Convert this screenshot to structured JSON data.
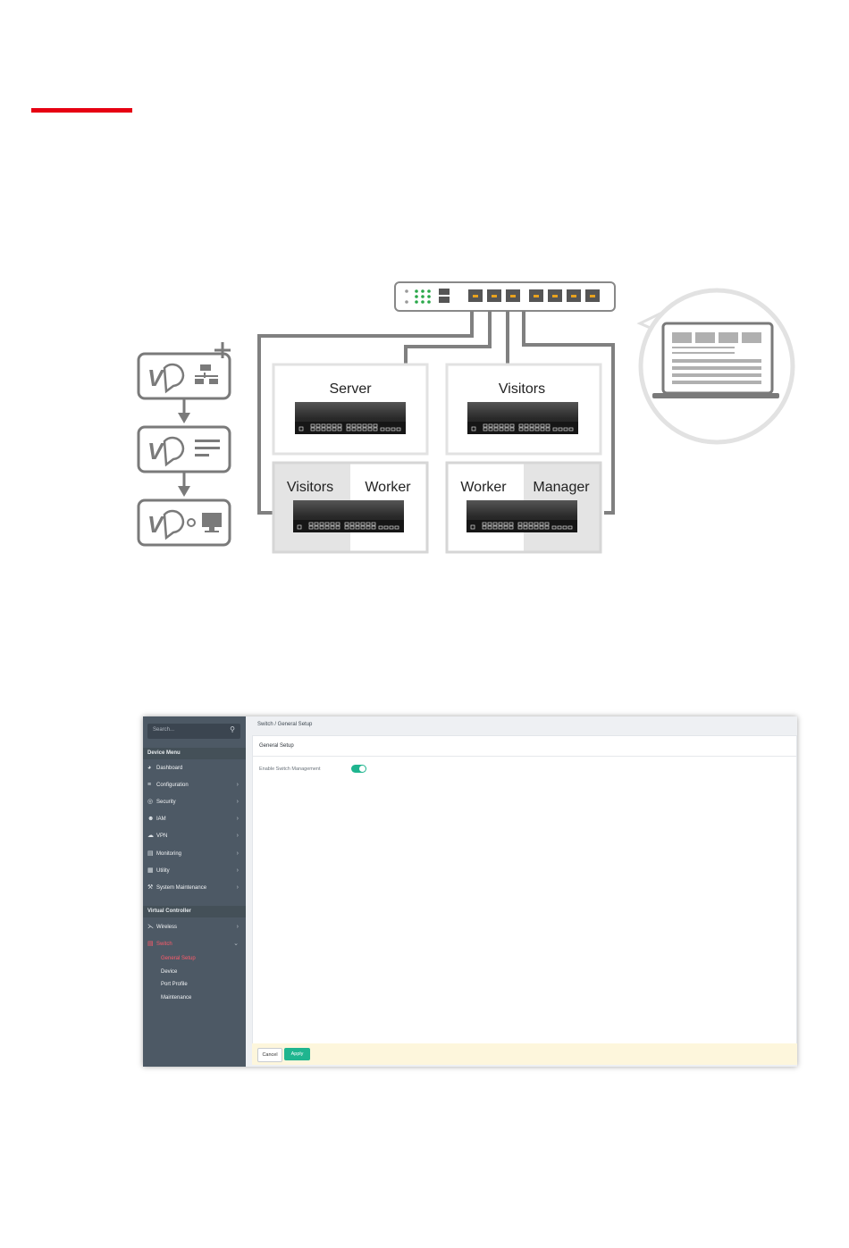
{
  "diagram": {
    "labels": {
      "server": "Server",
      "visitors_top": "Visitors",
      "visitors_bottom": "Visitors",
      "worker_left": "Worker",
      "worker_right": "Worker",
      "manager": "Manager"
    }
  },
  "ui": {
    "search": {
      "placeholder": "Search..."
    },
    "sections": {
      "device_menu": "Device Menu",
      "virtual_controller": "Virtual Controller"
    },
    "menu": [
      {
        "label": "Dashboard",
        "icon": "dashboard-icon"
      },
      {
        "label": "Configuration",
        "icon": "sliders-icon"
      },
      {
        "label": "Security",
        "icon": "shield-icon"
      },
      {
        "label": "IAM",
        "icon": "user-lock-icon"
      },
      {
        "label": "VPN",
        "icon": "cloud-icon"
      },
      {
        "label": "Monitoring",
        "icon": "chart-icon"
      },
      {
        "label": "Utility",
        "icon": "grid-icon"
      },
      {
        "label": "System Maintenance",
        "icon": "wrench-icon"
      }
    ],
    "vc_menu": [
      {
        "label": "Wireless",
        "icon": "wireless-icon"
      },
      {
        "label": "Switch",
        "icon": "switch-icon"
      }
    ],
    "switch_sub": [
      "General Setup",
      "Device",
      "Port Profile",
      "Maintenance"
    ],
    "breadcrumb": "Switch / General Setup",
    "panel_title": "General Setup",
    "field_label": "Enable Switch Management",
    "toggle_on": true,
    "buttons": {
      "cancel": "Cancel",
      "apply": "Apply"
    },
    "colors": {
      "accent": "#1fb58f",
      "active": "#ff5b6b",
      "rule": "#e60012",
      "sidebar": "#4d5965"
    }
  }
}
